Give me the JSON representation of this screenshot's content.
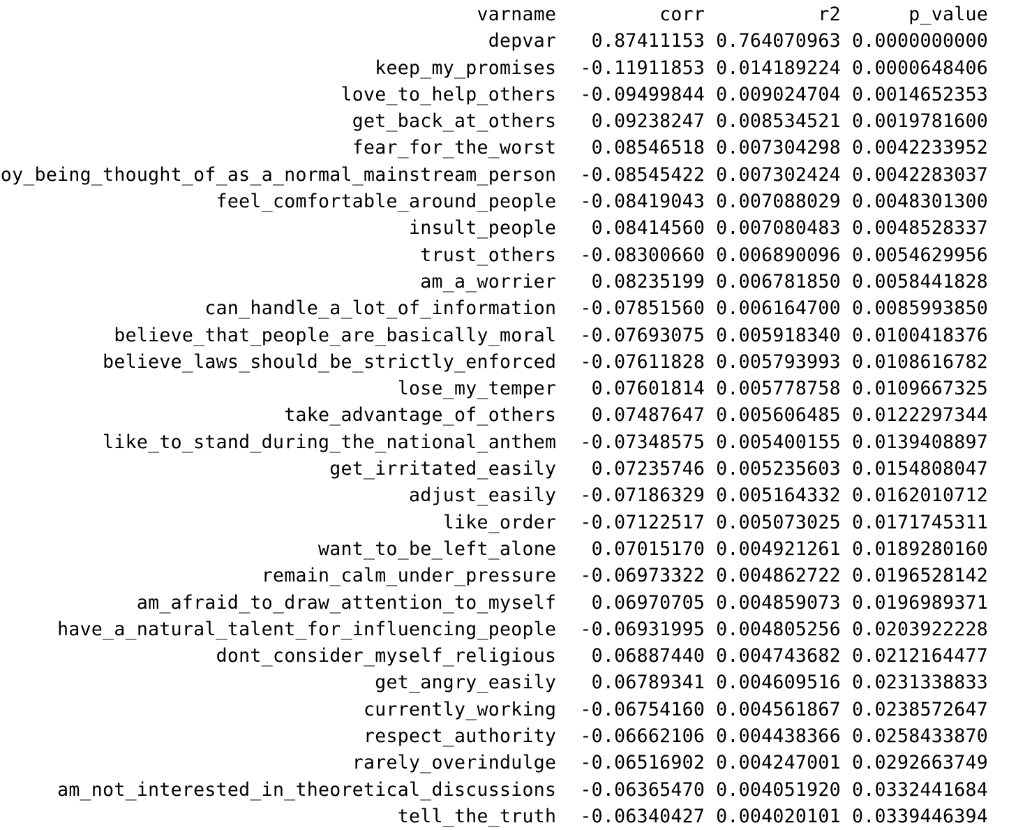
{
  "table": {
    "columns": [
      "varname",
      "corr",
      "r2",
      "p_value"
    ],
    "rows": [
      [
        "depvar",
        "0.87411153",
        "0.764070963",
        "0.0000000000"
      ],
      [
        "keep_my_promises",
        "-0.11911853",
        "0.014189224",
        "0.0000648406"
      ],
      [
        "love_to_help_others",
        "-0.09499844",
        "0.009024704",
        "0.0014652353"
      ],
      [
        "get_back_at_others",
        "0.09238247",
        "0.008534521",
        "0.0019781600"
      ],
      [
        "fear_for_the_worst",
        "0.08546518",
        "0.007304298",
        "0.0042233952"
      ],
      [
        "enjoy_being_thought_of_as_a_normal_mainstream_person",
        "-0.08545422",
        "0.007302424",
        "0.0042283037"
      ],
      [
        "feel_comfortable_around_people",
        "-0.08419043",
        "0.007088029",
        "0.0048301300"
      ],
      [
        "insult_people",
        "0.08414560",
        "0.007080483",
        "0.0048528337"
      ],
      [
        "trust_others",
        "-0.08300660",
        "0.006890096",
        "0.0054629956"
      ],
      [
        "am_a_worrier",
        "0.08235199",
        "0.006781850",
        "0.0058441828"
      ],
      [
        "can_handle_a_lot_of_information",
        "-0.07851560",
        "0.006164700",
        "0.0085993850"
      ],
      [
        "believe_that_people_are_basically_moral",
        "-0.07693075",
        "0.005918340",
        "0.0100418376"
      ],
      [
        "believe_laws_should_be_strictly_enforced",
        "-0.07611828",
        "0.005793993",
        "0.0108616782"
      ],
      [
        "lose_my_temper",
        "0.07601814",
        "0.005778758",
        "0.0109667325"
      ],
      [
        "take_advantage_of_others",
        "0.07487647",
        "0.005606485",
        "0.0122297344"
      ],
      [
        "like_to_stand_during_the_national_anthem",
        "-0.07348575",
        "0.005400155",
        "0.0139408897"
      ],
      [
        "get_irritated_easily",
        "0.07235746",
        "0.005235603",
        "0.0154808047"
      ],
      [
        "adjust_easily",
        "-0.07186329",
        "0.005164332",
        "0.0162010712"
      ],
      [
        "like_order",
        "-0.07122517",
        "0.005073025",
        "0.0171745311"
      ],
      [
        "want_to_be_left_alone",
        "0.07015170",
        "0.004921261",
        "0.0189280160"
      ],
      [
        "remain_calm_under_pressure",
        "-0.06973322",
        "0.004862722",
        "0.0196528142"
      ],
      [
        "am_afraid_to_draw_attention_to_myself",
        "0.06970705",
        "0.004859073",
        "0.0196989371"
      ],
      [
        "have_a_natural_talent_for_influencing_people",
        "-0.06931995",
        "0.004805256",
        "0.0203922228"
      ],
      [
        "dont_consider_myself_religious",
        "0.06887440",
        "0.004743682",
        "0.0212164477"
      ],
      [
        "get_angry_easily",
        "0.06789341",
        "0.004609516",
        "0.0231338833"
      ],
      [
        "currently_working",
        "-0.06754160",
        "0.004561867",
        "0.0238572647"
      ],
      [
        "respect_authority",
        "-0.06662106",
        "0.004438366",
        "0.0258433870"
      ],
      [
        "rarely_overindulge",
        "-0.06516902",
        "0.004247001",
        "0.0292663749"
      ],
      [
        "am_not_interested_in_theoretical_discussions",
        "-0.06365470",
        "0.004051920",
        "0.0332441684"
      ],
      [
        "tell_the_truth",
        "-0.06340427",
        "0.004020101",
        "0.0339446394"
      ]
    ]
  }
}
